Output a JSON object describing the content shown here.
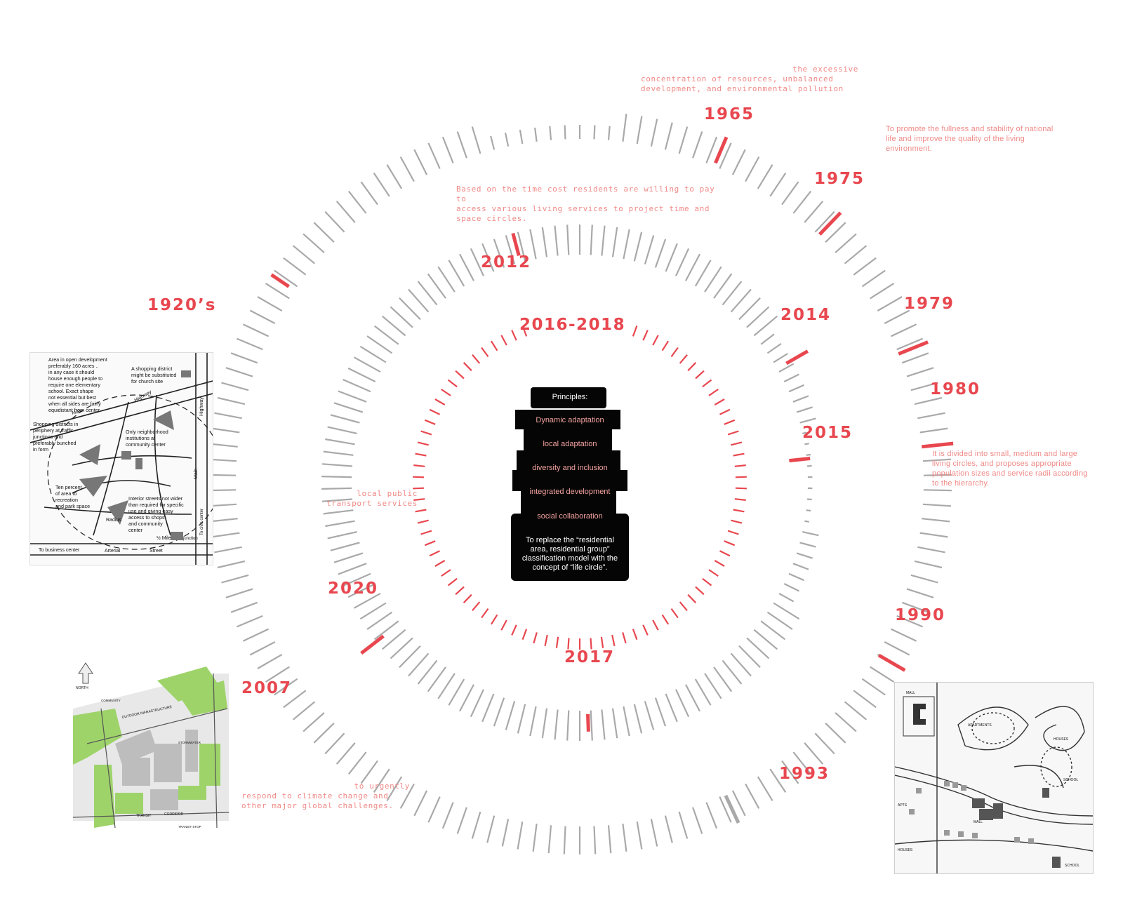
{
  "center": {
    "title": "2016-2018",
    "principles_heading": "Principles:",
    "principles": [
      "Dynamic adaptation",
      "local adaptation",
      "diversity and inclusion",
      "integrated development",
      "social collaboration"
    ],
    "footer_lines": [
      "To replace the “residential",
      "area, residential group”",
      "classification model with the",
      "concept of “life circle”."
    ]
  },
  "years": {
    "y1920s": "1920’s",
    "y1965": "1965",
    "y1975": "1975",
    "y1979": "1979",
    "y1980": "1980",
    "y1990": "1990",
    "y1993": "1993",
    "y2007": "2007",
    "y2012": "2012",
    "y2014": "2014",
    "y2015": "2015",
    "y2017": "2017",
    "y2020": "2020"
  },
  "notes": {
    "n1965": [
      "the excessive",
      "concentration of resources, unbalanced",
      "development, and environmental pollution"
    ],
    "n1975": [
      "To promote the fullness and stability of national",
      "life and improve the quality of the living",
      "environment."
    ],
    "n2012": [
      "Based on the time cost residents are willing to pay to",
      "access various living services to project time and",
      "space circles."
    ],
    "n1980": [
      "It is divided into small, medium and large",
      "living circles, and proposes appropriate",
      "population sizes and service radii according",
      "to the hierarchy."
    ],
    "n2020": [
      "local public",
      "transport services"
    ],
    "n2007": [
      "to urgently",
      "respond to climate change and",
      "other major global challenges."
    ]
  },
  "maps": {
    "top_left": {
      "labels": [
        "Area in open development",
        "preferably 160 acres ..",
        "in any case it should",
        "house enough people to",
        "require one elementary",
        "school. Exact shape",
        "not essential but best",
        "when all sides are fairly",
        "equidistant from center",
        "A shopping district",
        "might be substituted",
        "for church site",
        "Shopping districts in",
        "periphery at traffic",
        "junctions and",
        "preferably bunched",
        "in form",
        "Only neighborhood",
        "institutions at",
        "community center",
        "Ten percent",
        "of area to",
        "recreation",
        "and park space",
        "Interior streets not wider",
        "than required for specific",
        "use and giving easy",
        "access to shops",
        "and community",
        "center",
        "Main",
        "Highway",
        "Main",
        "Highway",
        "Arterial",
        "Street",
        "Radius",
        "To civic center",
        "To business center",
        "½ Mile",
        "junction"
      ]
    },
    "bottom_left": {
      "labels": [
        "NORTH",
        "TRANSIT",
        "CORRIDOR",
        "STORMWATER",
        "COMMUNITY",
        "TRANSIT STOP",
        "OUTDOOR INFRASTRUCTURE"
      ]
    },
    "bottom_right": {
      "labels": [
        "MALL",
        "APARTMENTS",
        "HOUSES",
        "SCHOOL",
        "APTS",
        "MALL",
        "HOUSES",
        "SCHOOL"
      ]
    }
  },
  "colors": {
    "accent": "#e8474f",
    "tick_gray": "#a9a9a9",
    "note_pink": "#ef8a87",
    "green": "#9ed36a"
  }
}
